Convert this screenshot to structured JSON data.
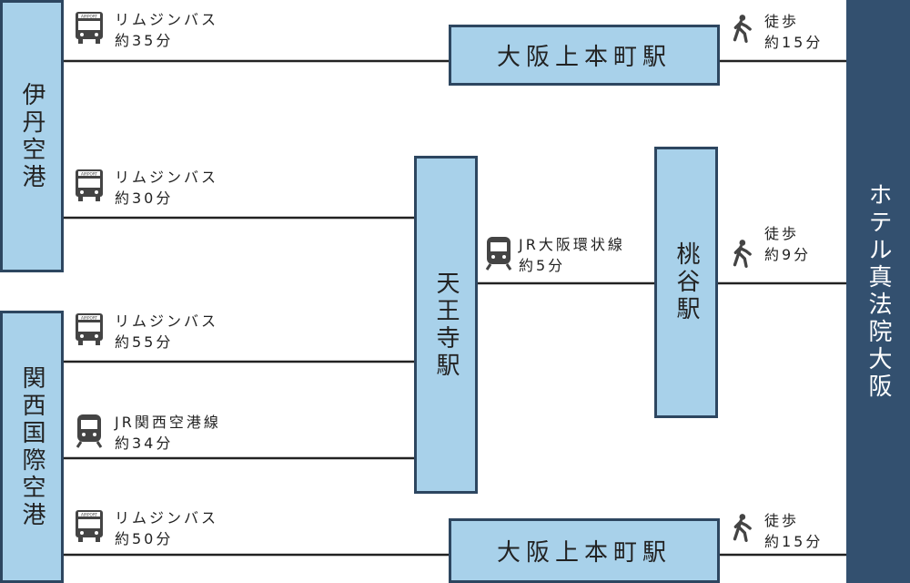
{
  "airports": {
    "itami": "伊丹空港",
    "kansai": "関西国際空港"
  },
  "stations": {
    "uehonmachi_top": "大阪上本町駅",
    "uehonmachi_bottom": "大阪上本町駅",
    "tennoji": "天王寺駅",
    "momodani": "桃谷駅"
  },
  "hotel": "ホテル真法院大阪",
  "routes": {
    "itami_to_uehonmachi": {
      "mode": "リムジンバス",
      "time": "約35分"
    },
    "itami_to_tennoji": {
      "mode": "リムジンバス",
      "time": "約30分"
    },
    "kansai_bus_to_tennoji": {
      "mode": "リムジンバス",
      "time": "約55分"
    },
    "kansai_rail_to_tennoji": {
      "mode": "JR関西空港線",
      "time": "約34分"
    },
    "kansai_to_uehonmachi": {
      "mode": "リムジンバス",
      "time": "約50分"
    },
    "tennoji_to_momodani": {
      "mode": "JR大阪環状線",
      "time": "約5分"
    },
    "uehonmachi_top_walk": {
      "mode": "徒歩",
      "time": "約15分"
    },
    "momodani_walk": {
      "mode": "徒歩",
      "time": "約9分"
    },
    "uehonmachi_bottom_walk": {
      "mode": "徒歩",
      "time": "約15分"
    }
  },
  "icons": {
    "bus": "airport-bus-icon",
    "train": "train-icon",
    "walk": "walking-person-icon",
    "bus_sign": "AIRPORT"
  },
  "colors": {
    "box_fill": "#a8d1ea",
    "box_border": "#2d4660",
    "hotel_fill": "#33506f",
    "line": "#222222"
  }
}
